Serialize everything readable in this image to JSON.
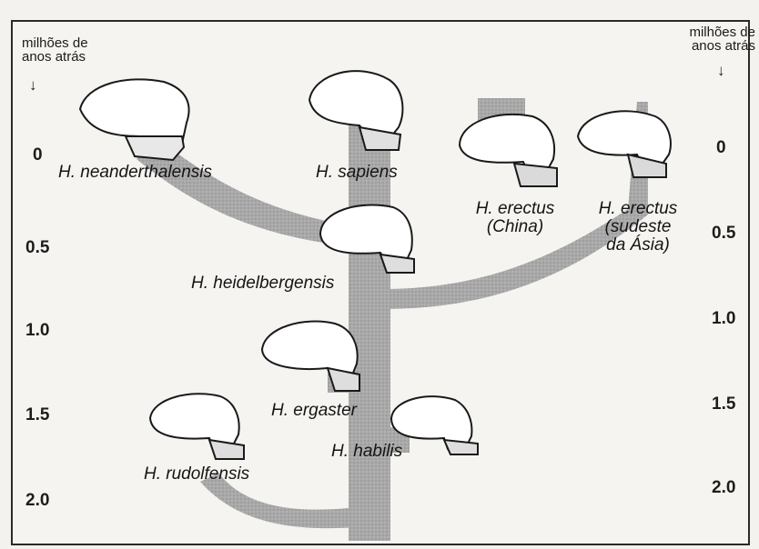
{
  "axis": {
    "left_title_line1": "milhões de",
    "left_title_line2": "anos atrás",
    "right_title_line1": "milhões de",
    "right_title_line2": "anos atrás",
    "arrow": "↓",
    "left_ticks": [
      "0",
      "0.5",
      "1.0",
      "1.5",
      "2.0"
    ],
    "right_ticks": [
      "0",
      "0.5",
      "1.0",
      "1.5",
      "2.0"
    ]
  },
  "species": {
    "neanderthalensis": "H. neanderthalensis",
    "sapiens": "H. sapiens",
    "erectus_china_line1": "H. erectus",
    "erectus_china_line2": "(China)",
    "erectus_asia_line1": "H. erectus",
    "erectus_asia_line2": "(sudeste",
    "erectus_asia_line3": "da Ásia)",
    "heidelbergensis": "H. heidelbergensis",
    "ergaster": "H. ergaster",
    "habilis": "H. habilis",
    "rudolfensis": "H. rudolfensis"
  },
  "colors": {
    "branch": "#a9a9a9",
    "skull": "#ffffff",
    "outline": "#1a1a1a",
    "jaw_shade": "#cfcfcf"
  }
}
